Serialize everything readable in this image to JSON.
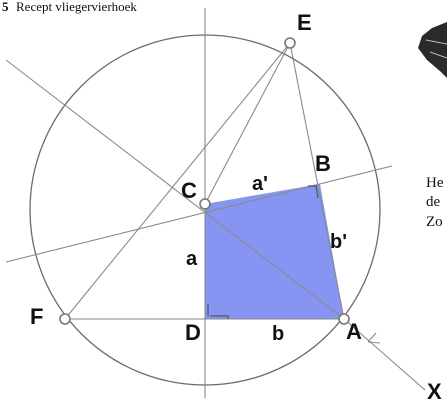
{
  "header": {
    "number": "5",
    "title": "Recept vliegervierhoek"
  },
  "side_text": {
    "line1": "He",
    "line2": "de",
    "line3": "Zo"
  },
  "diagram": {
    "fill_color": "#8795f2",
    "vertices": {
      "E": "E",
      "B": "B",
      "C": "C",
      "F": "F",
      "D": "D",
      "A": "A",
      "X": "X"
    },
    "sides": {
      "a_prime": "a'",
      "b_prime": "b'",
      "a": "a",
      "b": "b"
    }
  }
}
